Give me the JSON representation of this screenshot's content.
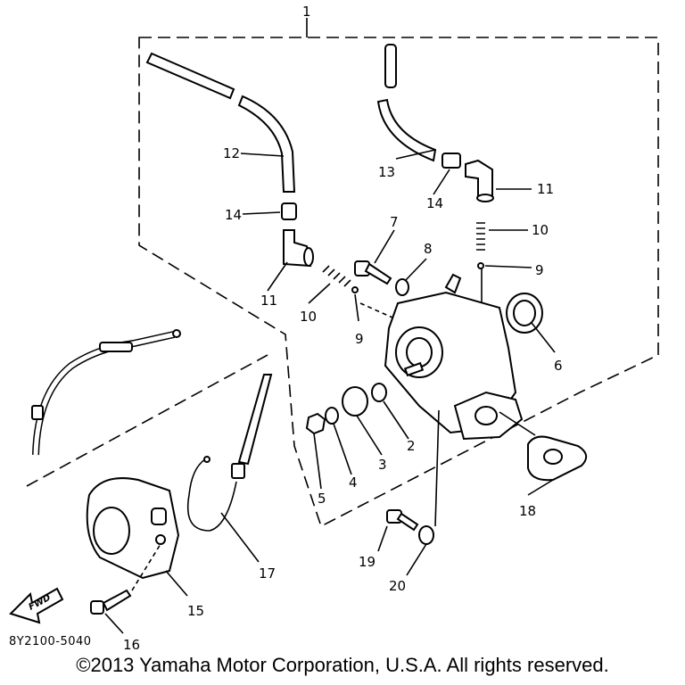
{
  "callouts": {
    "c1": "1",
    "c2": "2",
    "c3": "3",
    "c4": "4",
    "c5": "5",
    "c6": "6",
    "c7": "7",
    "c8": "8",
    "c9a": "9",
    "c9b": "9",
    "c10a": "10",
    "c10b": "10",
    "c11a": "11",
    "c11b": "11",
    "c12": "12",
    "c13": "13",
    "c14a": "14",
    "c14b": "14",
    "c15": "15",
    "c16": "16",
    "c17": "17",
    "c18": "18",
    "c19": "19",
    "c20": "20"
  },
  "front_marker": "FWD",
  "ref_code": "8Y2100-5040",
  "copyright": "©2013 Yamaha Motor Corporation, U.S.A. All rights reserved."
}
